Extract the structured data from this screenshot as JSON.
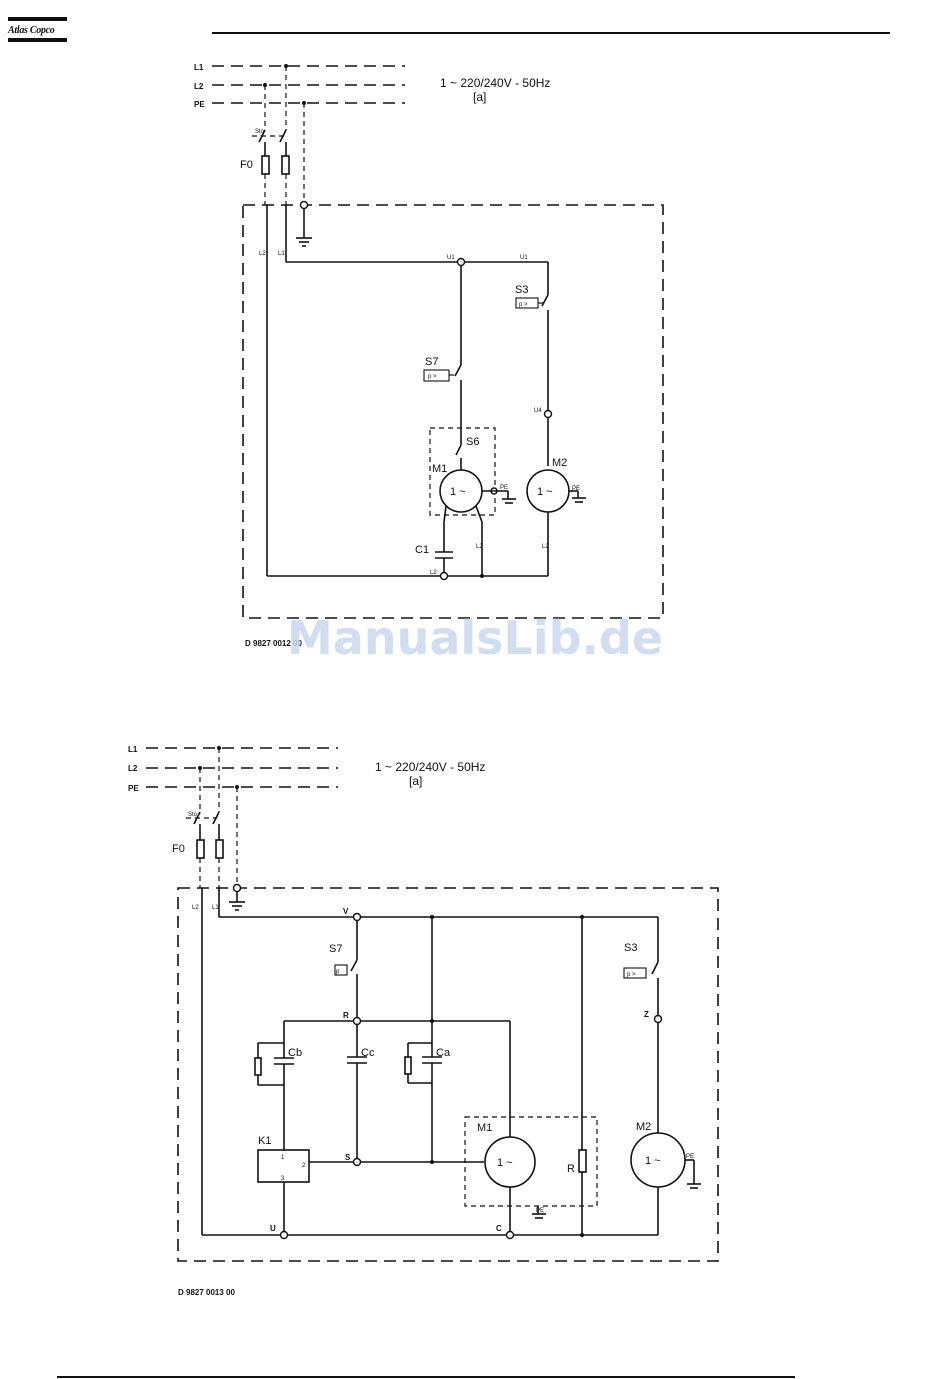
{
  "header": {
    "brand": "Atlas Copco"
  },
  "watermark": "ManualsLib.de",
  "diagram_1": {
    "lines": {
      "l1": "L1",
      "l2": "L2",
      "pe": "PE"
    },
    "supply": "1 ~  220/240V - 50Hz",
    "supply_note": "[a]",
    "fuse": "F0",
    "s7": "S7",
    "s3": "S3",
    "s6": "S6",
    "m1": "M1",
    "m2": "M2",
    "c1": "C1",
    "motor_symbol": "1 ~",
    "pressure_switch": "p >",
    "wire_u1": "U1",
    "wire_u4": "U4",
    "wire_l2": "L2",
    "pe_label": "PE",
    "drawing_no": "D 9827 0012 00"
  },
  "diagram_2": {
    "lines": {
      "l1": "L1",
      "l2": "L2",
      "pe": "PE"
    },
    "supply": "1 ~  220/240V - 50Hz",
    "supply_note": "[a]",
    "fuse": "F0",
    "s7": "S7",
    "s3": "S3",
    "cb": "Cb",
    "cc": "Cc",
    "ca": "Ca",
    "k1": "K1",
    "k1_pin1": "1",
    "k1_pin2": "2",
    "k1_pin3": "3",
    "m1": "M1",
    "m2": "M2",
    "r": "R",
    "motor_symbol": "1 ~",
    "pressure_switch": "p >",
    "node_v": "V",
    "node_r": "R",
    "node_s": "S",
    "node_z": "Z",
    "node_u": "U",
    "node_c": "C",
    "pe_label": "PE",
    "drawing_no": "D 9827 0013 00"
  }
}
